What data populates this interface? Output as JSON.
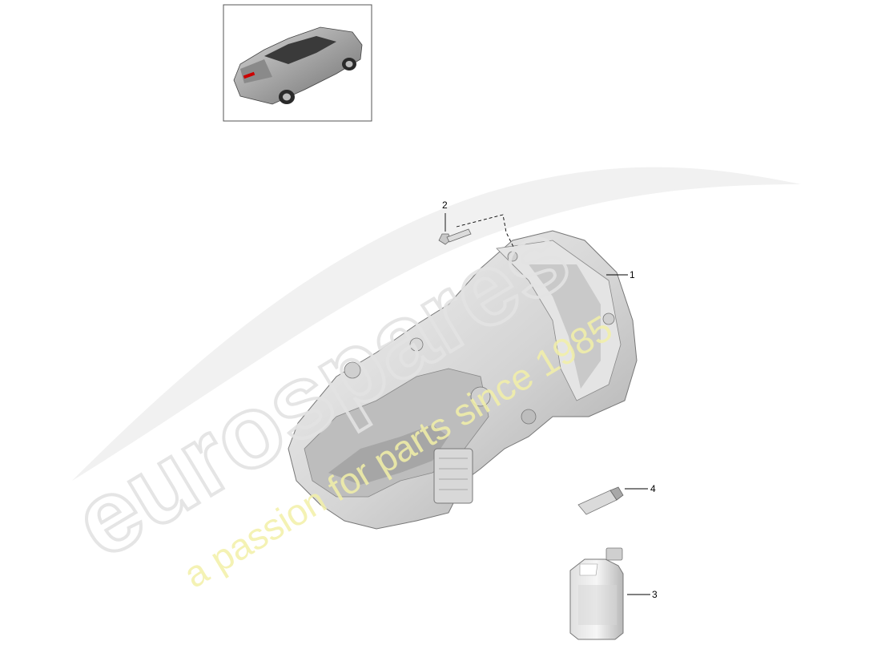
{
  "callouts": {
    "c1": "1",
    "c2": "2",
    "c3": "3",
    "c4": "4"
  },
  "watermark": {
    "brand": "eurospares",
    "tagline": "a passion for parts since 1985"
  },
  "colors": {
    "line": "#000000",
    "watermark_gray": "#e6e6e6",
    "watermark_yellow": "#f3f0a8",
    "part_fill": "#e9e9e9",
    "part_shadow": "#9a9a9a"
  },
  "icons": {
    "thumbnail": "car-roadster-icon",
    "part1": "gearbox-illustration",
    "part2": "bolt-illustration",
    "part3": "oil-canister-illustration",
    "part4": "grease-tube-illustration"
  }
}
